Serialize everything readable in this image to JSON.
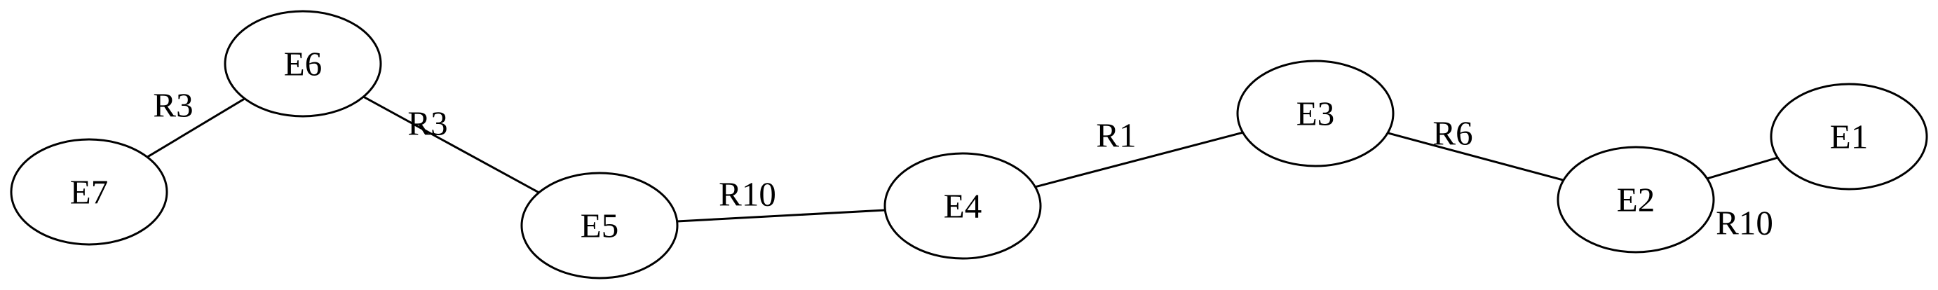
{
  "diagram": {
    "nodes": [
      {
        "id": "E1",
        "label": "E1"
      },
      {
        "id": "E2",
        "label": "E2"
      },
      {
        "id": "E3",
        "label": "E3"
      },
      {
        "id": "E4",
        "label": "E4"
      },
      {
        "id": "E5",
        "label": "E5"
      },
      {
        "id": "E6",
        "label": "E6"
      },
      {
        "id": "E7",
        "label": "E7"
      }
    ],
    "edges": [
      {
        "from": "E7",
        "to": "E6",
        "label": "R3"
      },
      {
        "from": "E6",
        "to": "E5",
        "label": "R3"
      },
      {
        "from": "E5",
        "to": "E4",
        "label": "R10"
      },
      {
        "from": "E4",
        "to": "E3",
        "label": "R1"
      },
      {
        "from": "E3",
        "to": "E2",
        "label": "R6"
      },
      {
        "from": "E2",
        "to": "E1",
        "label": "R10"
      }
    ]
  }
}
